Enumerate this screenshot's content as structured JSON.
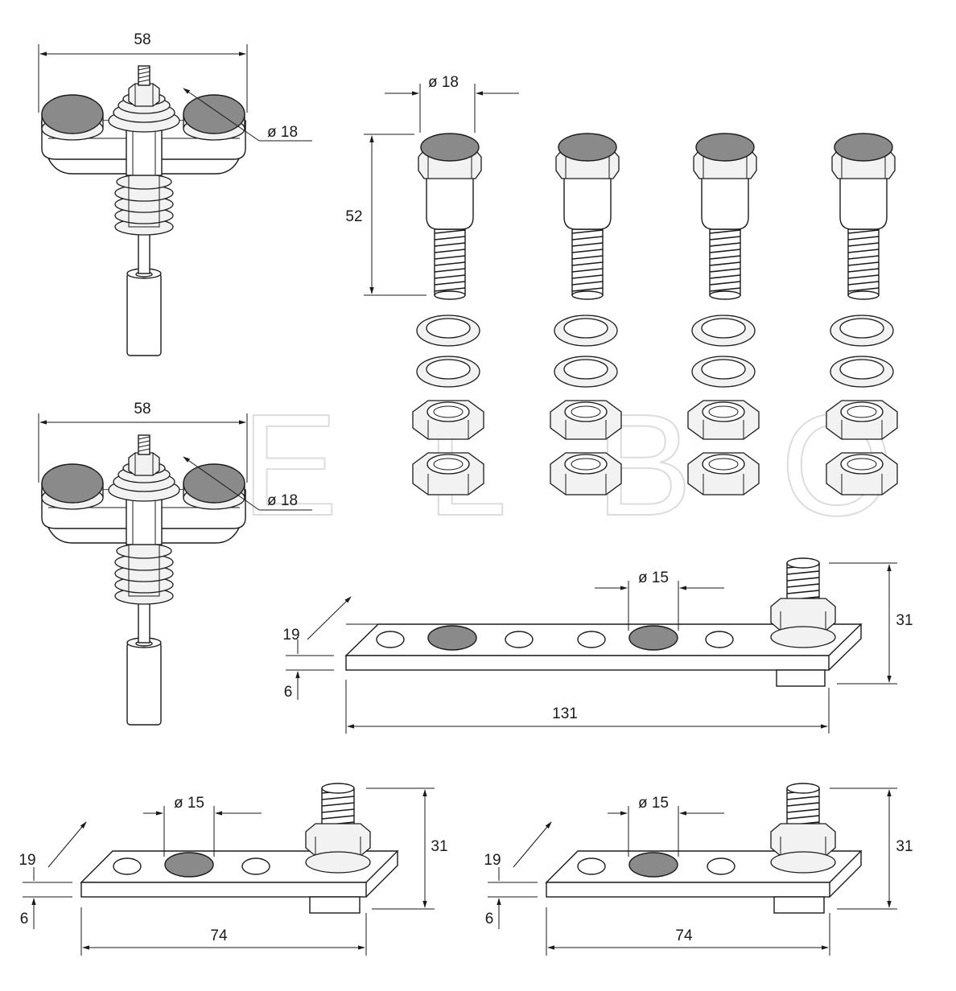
{
  "watermark": "ELBOL",
  "dimensions": {
    "top_assembly_width": "58",
    "top_assembly_pad_dia": "ø 18",
    "bottom_assembly_width": "58",
    "bottom_assembly_pad_dia": "ø 18",
    "bolt_head_dia": "ø 18",
    "bolt_height": "52",
    "long_bar_pad_dia": "ø 15",
    "long_bar_height": "31",
    "long_bar_depth": "19",
    "long_bar_thickness": "6",
    "long_bar_length": "131",
    "short_bar1_pad_dia": "ø 15",
    "short_bar1_height": "31",
    "short_bar1_depth": "19",
    "short_bar1_thickness": "6",
    "short_bar1_length": "74",
    "short_bar2_pad_dia": "ø 15",
    "short_bar2_height": "31",
    "short_bar2_depth": "19",
    "short_bar2_thickness": "6",
    "short_bar2_length": "74"
  },
  "colors": {
    "line": "#1a1a1a",
    "contact_pad": "#8a8a8a",
    "watermark": "#d9d9d9"
  }
}
